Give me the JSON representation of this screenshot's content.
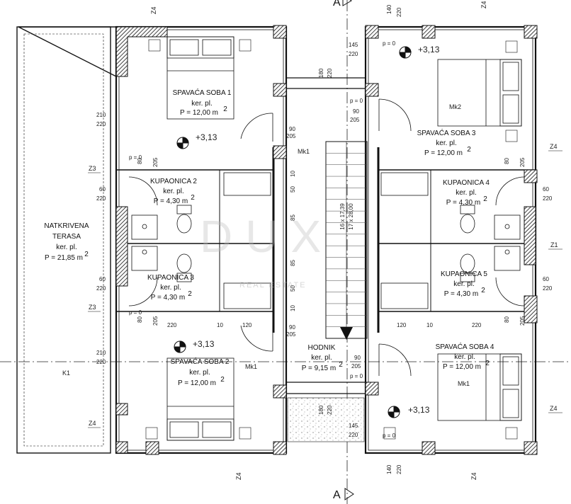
{
  "section_marks": [
    "A",
    "A"
  ],
  "rooms": {
    "sob1": {
      "name": "SPAVAĆA SOBA 1",
      "floor": "ker. pl.",
      "area": "P = 12,00 m",
      "sup": "2"
    },
    "sob2": {
      "name": "SPAVAĆA SOBA 2",
      "floor": "ker. pl.",
      "area": "P = 12,00 m",
      "sup": "2"
    },
    "sob3": {
      "name": "SPAVAĆA SOBA 3",
      "floor": "ker. pl.",
      "area": "P = 12,00 m",
      "sup": "2"
    },
    "sob4": {
      "name": "SPAVAĆA SOBA 4",
      "floor": "ker. pl.",
      "area": "P = 12,00 m",
      "sup": "2"
    },
    "kup2": {
      "name": "KUPAONICA 2",
      "floor": "ker. pl.",
      "area": "P = 4,30 m",
      "sup": "2"
    },
    "kup3": {
      "name": "KUPAONICA 3",
      "floor": "ker. pl.",
      "area": "P = 4,30 m",
      "sup": "2"
    },
    "kup4": {
      "name": "KUPAONICA 4",
      "floor": "ker. pl.",
      "area": "P = 4,30 m",
      "sup": "2"
    },
    "kup5": {
      "name": "KUPAONICA 5",
      "floor": "ker. pl.",
      "area": "P = 4,30 m",
      "sup": "2"
    },
    "hodnik": {
      "name": "HODNIK",
      "floor": "ker. pl.",
      "area": "P = 9,15 m",
      "sup": "2"
    },
    "terasa": {
      "name1": "NATKRIVENA",
      "name2": "TERASA",
      "floor": "ker. pl.",
      "area": "P = 21,85 m",
      "sup": "2"
    }
  },
  "levels": {
    "l1": "+3,13",
    "l2": "+3,13",
    "l3": "+3,13",
    "l4": "+3,13"
  },
  "stairs": {
    "l1": "16 x 17,39",
    "l2": "17 x 28,00"
  },
  "tags": {
    "z4": "Z4",
    "z3": "Z3",
    "z1": "Z1",
    "mk1": "Mk1",
    "mk2": "Mk2",
    "k1": "K1"
  },
  "dims": {
    "d210": "210",
    "d220": "220",
    "d60": "60",
    "d80": "80",
    "d205": "205",
    "d90": "90",
    "d145": "145",
    "d180": "180",
    "d140": "140",
    "d10": "10",
    "d50": "50",
    "d85": "85",
    "d120": "120",
    "p0": "p = 0",
    "d1617": "16 x 17,39"
  },
  "watermark": {
    "main": "DUX",
    "sub": "REAL ESTATE"
  }
}
